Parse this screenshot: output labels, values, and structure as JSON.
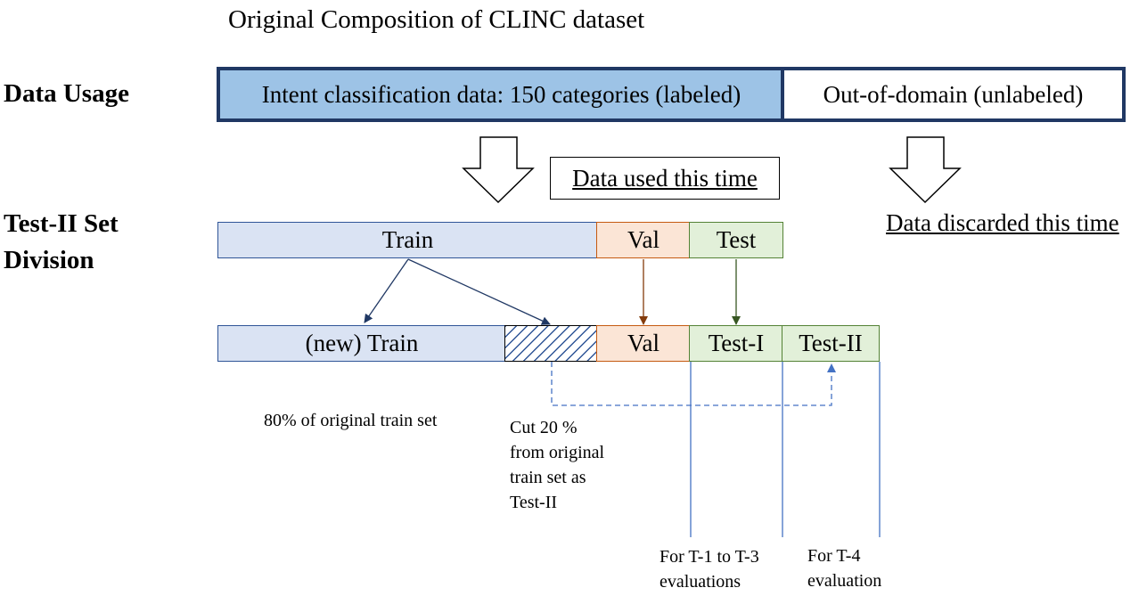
{
  "title": "Original Composition of CLINC dataset",
  "labels": {
    "data_usage": "Data Usage",
    "test2_line1": "Test-II Set",
    "test2_line2": "Division"
  },
  "usage_bar": {
    "intent": "Intent classification data: 150 categories (labeled)",
    "ood": "Out-of-domain (unlabeled)"
  },
  "callouts": {
    "used": "Data used this time",
    "discarded": "Data discarded this time"
  },
  "original_split": {
    "train": "Train",
    "val": "Val",
    "test": "Test"
  },
  "new_split": {
    "train": "(new) Train",
    "val": "Val",
    "test1": "Test-I",
    "test2": "Test-II"
  },
  "notes": {
    "train_pct": "80% of original train set",
    "cut_lines": [
      "Cut 20 %",
      "from original",
      "train set as",
      "Test-II"
    ],
    "t1_t3_lines": [
      "For T-1 to T-3",
      "evaluations"
    ],
    "t4_lines": [
      "For T-4",
      "evaluation"
    ]
  },
  "colors": {
    "usage_border": "#203864",
    "usage_fill": "#9dc3e6",
    "train_fill": "#dae3f3",
    "train_border": "#2f5597",
    "val_fill": "#fbe5d6",
    "val_border": "#c55a11",
    "test_fill": "#e2f0d9",
    "test_border": "#548235",
    "eval_line": "#4472c4"
  }
}
